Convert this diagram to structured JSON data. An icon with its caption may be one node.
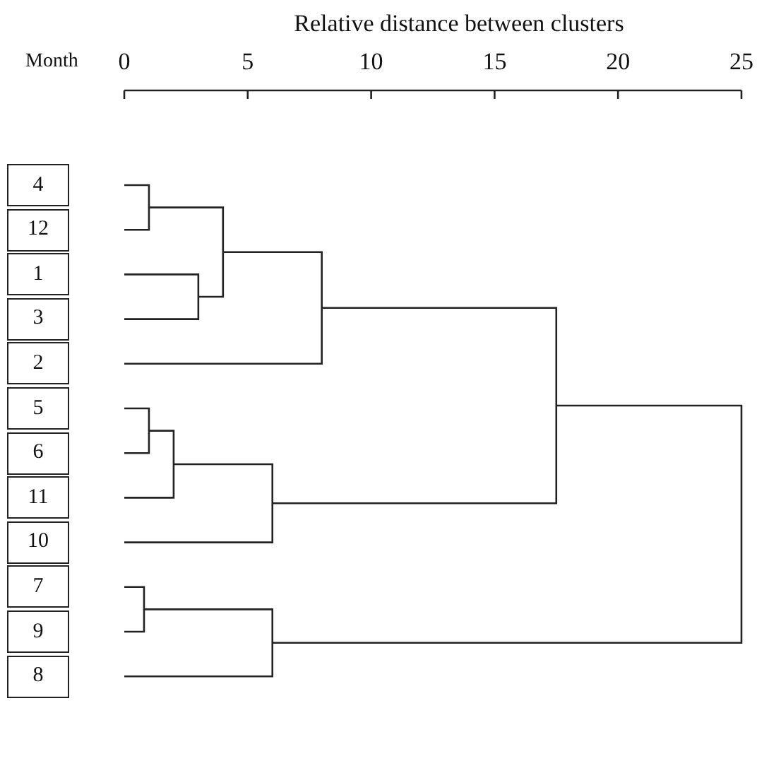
{
  "diagram": {
    "title": "Relative distance between clusters",
    "nodes": [
      {
        "text": [
          "4"
        ]
      },
      {
        "text": [
          "12"
        ]
      },
      {
        "text": [
          "1"
        ]
      },
      {
        "text": [
          "3"
        ]
      },
      {
        "text": [
          "2"
        ]
      },
      {
        "text": [
          "5"
        ]
      },
      {
        "text": [
          "6"
        ]
      },
      {
        "text": [
          "11"
        ]
      },
      {
        "text": [
          "10"
        ]
      },
      {
        "text": [
          "7"
        ]
      },
      {
        "text": [
          "9"
        ]
      },
      {
        "text": [
          "8"
        ]
      }
    ],
    "labels": [
      "Month",
      "0",
      "5",
      "10",
      "15",
      "20",
      "25"
    ]
  }
}
